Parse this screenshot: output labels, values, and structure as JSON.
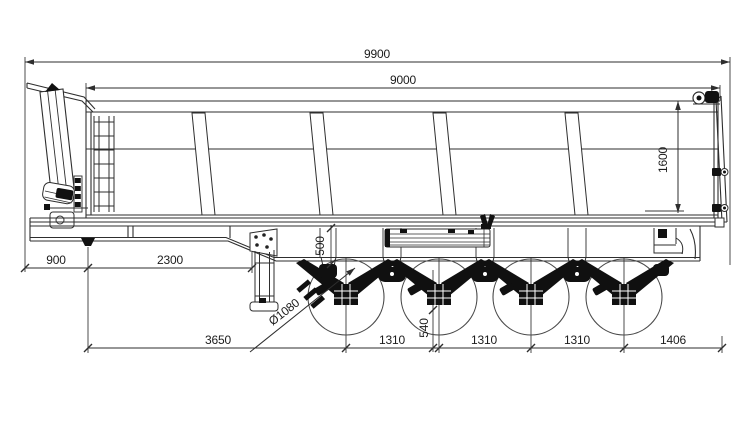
{
  "drawing": {
    "background": "#ffffff",
    "line_color": "#2e2e2e",
    "thin_line_color": "#3a3a3a",
    "fill_black": "#111111",
    "text_color": "#1c1c1c"
  },
  "dimensions": {
    "overall_length": "9900",
    "body_length": "9000",
    "body_height": "1600",
    "front_to_kingpin": "900",
    "kingpin_to_landing_gear": "2300",
    "frame_depth": "500",
    "tire_diameter": "Ø1080",
    "axle_center_height": "540",
    "kingpin_to_first_axle": "3650",
    "axle_spacings": [
      "1310",
      "1310",
      "1310"
    ],
    "rear_axle_to_tail": "1406"
  }
}
